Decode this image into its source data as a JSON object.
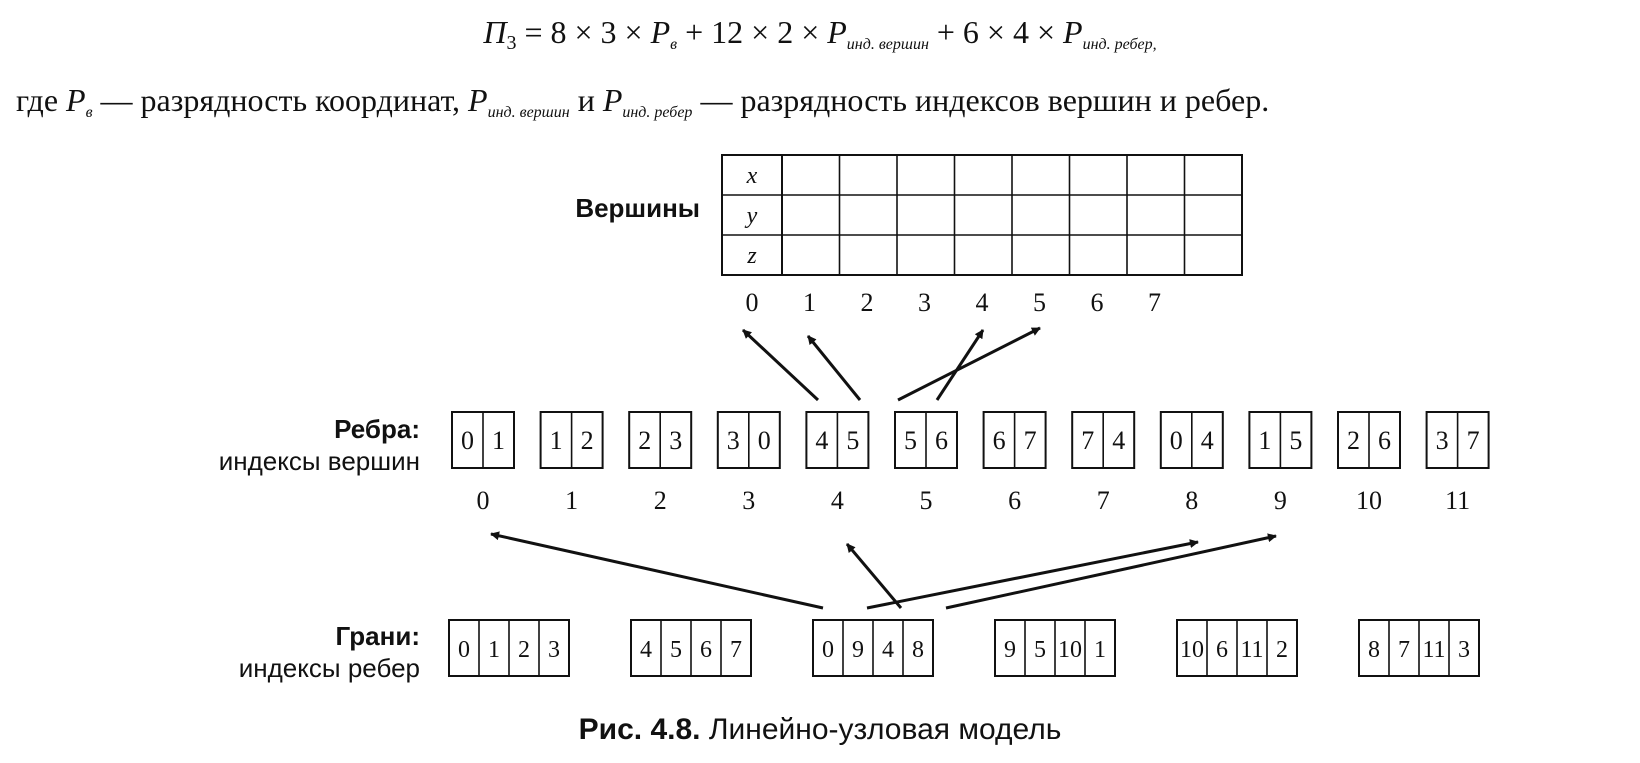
{
  "formula": {
    "lhs": "П",
    "lhs_sub": "3",
    "t1": " = 8 × 3 × ",
    "t2": " + 12 × 2 × ",
    "t3": " + 6 × 4 × ",
    "p": "P",
    "sub_v": "в",
    "sub_vertices": "инд. вершин",
    "sub_edges": "инд. ребер,"
  },
  "description": {
    "prefix": "где ",
    "p": "P",
    "sub_v": "в",
    "part1": " — разрядность координат, ",
    "sub_vertices": "инд. вершин",
    "and": " и ",
    "sub_edges": "инд. ребер",
    "part2": " — разрядность индексов вершин и ребер."
  },
  "vertices": {
    "label": "Вершины",
    "rows": [
      "x",
      "y",
      "z"
    ],
    "indices": [
      "0",
      "1",
      "2",
      "3",
      "4",
      "5",
      "6",
      "7"
    ]
  },
  "edges": {
    "label_bold": "Ребра",
    "label_rest": "индексы вершин",
    "items": [
      [
        "0",
        "1"
      ],
      [
        "1",
        "2"
      ],
      [
        "2",
        "3"
      ],
      [
        "3",
        "0"
      ],
      [
        "4",
        "5"
      ],
      [
        "5",
        "6"
      ],
      [
        "6",
        "7"
      ],
      [
        "7",
        "4"
      ],
      [
        "0",
        "4"
      ],
      [
        "1",
        "5"
      ],
      [
        "2",
        "6"
      ],
      [
        "3",
        "7"
      ]
    ],
    "indices": [
      "0",
      "1",
      "2",
      "3",
      "4",
      "5",
      "6",
      "7",
      "8",
      "9",
      "10",
      "11"
    ]
  },
  "faces": {
    "label_bold": "Грани",
    "label_rest": "индексы ребер",
    "items": [
      [
        "0",
        "1",
        "2",
        "3"
      ],
      [
        "4",
        "5",
        "6",
        "7"
      ],
      [
        "0",
        "9",
        "4",
        "8"
      ],
      [
        "9",
        "5",
        "10",
        "1"
      ],
      [
        "10",
        "6",
        "11",
        "2"
      ],
      [
        "8",
        "7",
        "11",
        "3"
      ]
    ]
  },
  "caption": {
    "bold": "Рис. 4.8.",
    "text": " Линейно-узловая модель"
  }
}
